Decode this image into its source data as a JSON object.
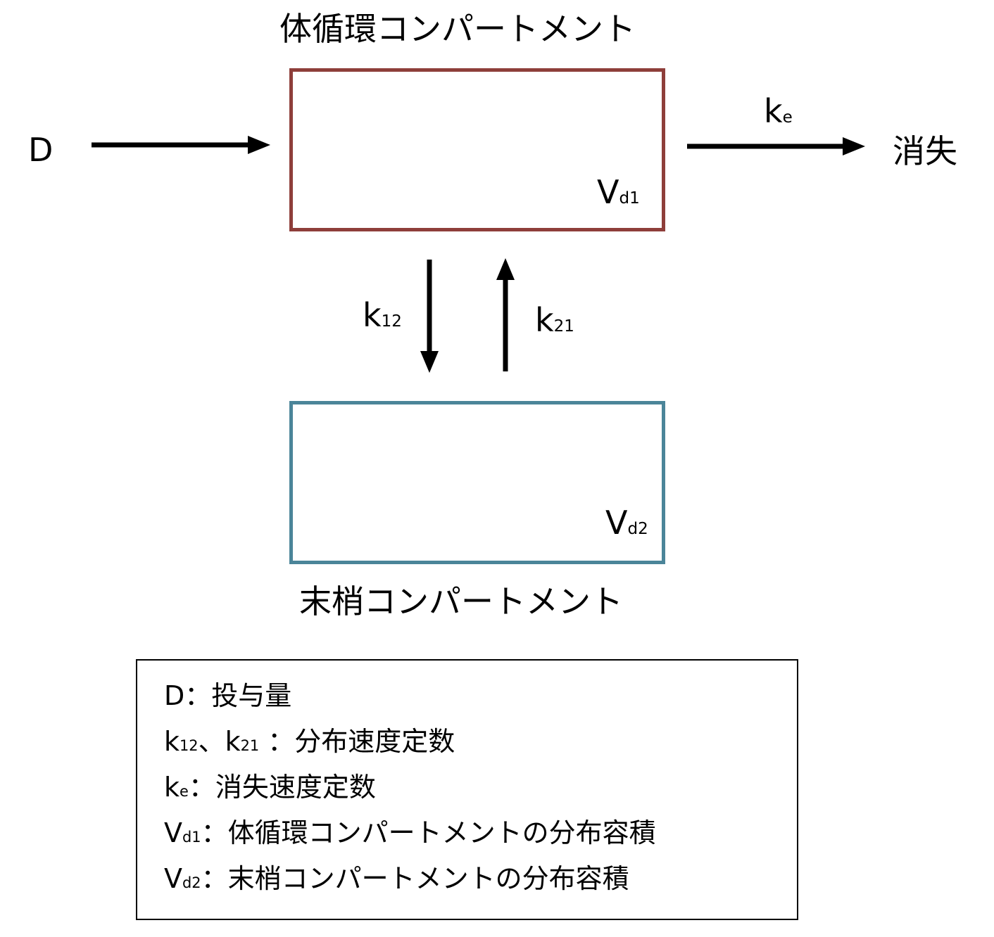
{
  "central": {
    "title": "体循環コンパートメント",
    "volume_main": "V",
    "volume_sub": "d1",
    "color": "#8E3E3A"
  },
  "peripheral": {
    "title": "末梢コンパートメント",
    "volume_main": "V",
    "volume_sub": "d2",
    "color": "#4B8599"
  },
  "input_label": "D",
  "output_label": "消失",
  "ke": {
    "main": "k",
    "sub": "e"
  },
  "k12": {
    "main": "k",
    "sub": "12"
  },
  "k21": {
    "main": "k",
    "sub": "21"
  },
  "legend": [
    {
      "main": "D",
      "sub": "",
      "extra": "",
      "desc": "：投与量"
    },
    {
      "main": "k",
      "sub": "12",
      "extra": "、k",
      "sub2": "21",
      "desc": " ：分布速度定数"
    },
    {
      "main": "k",
      "sub": "e",
      "extra": "",
      "desc": "：消失速度定数"
    },
    {
      "main": "V",
      "sub": "d1",
      "extra": "",
      "desc": "：体循環コンパートメントの分布容積"
    },
    {
      "main": "V",
      "sub": "d2",
      "extra": "",
      "desc": "：末梢コンパートメントの分布容積"
    }
  ]
}
